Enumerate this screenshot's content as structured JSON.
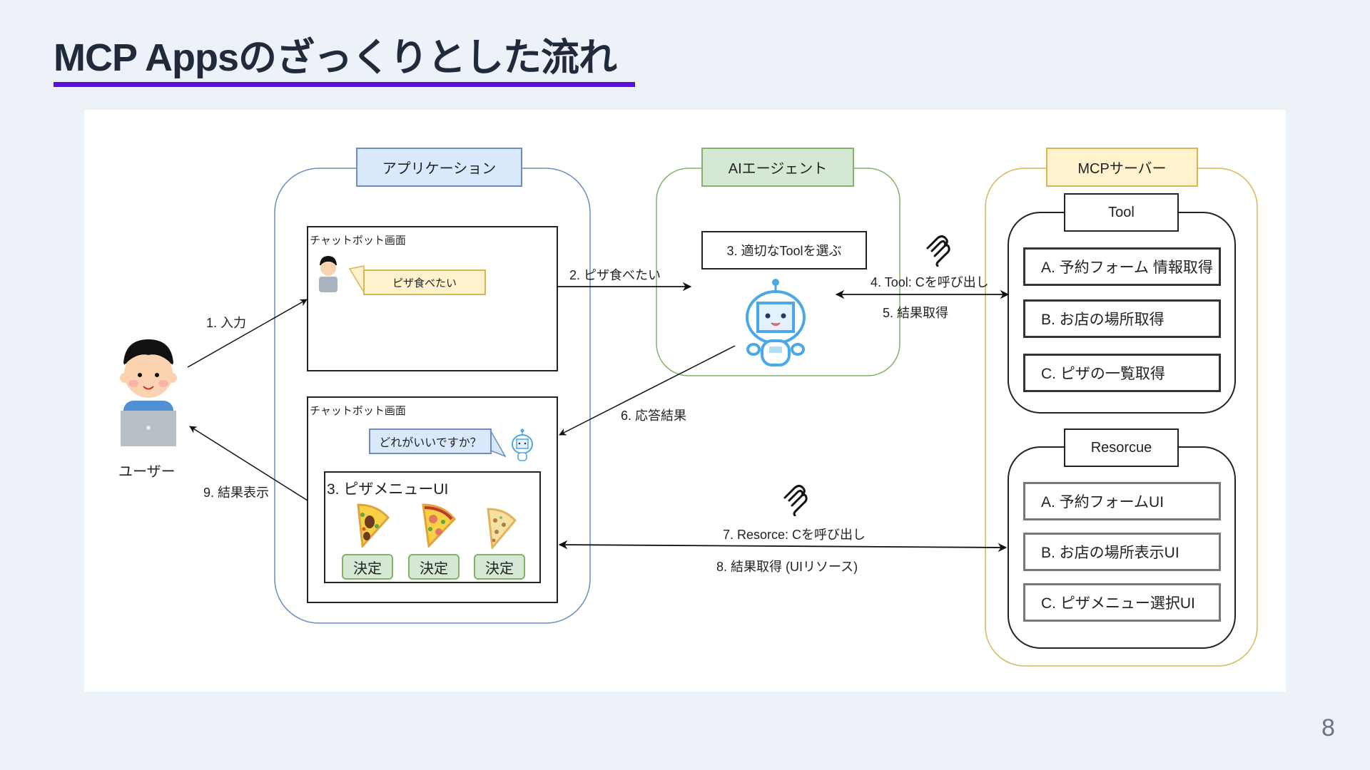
{
  "slide": {
    "title": "MCP Appsのざっくりとした流れ",
    "page_number": "8",
    "accent_color": "#5a10d9"
  },
  "actors": {
    "user": {
      "label": "ユーザー",
      "icon": "user-with-laptop-icon"
    }
  },
  "application": {
    "header": "アプリケーション",
    "color": "#6c8ebf",
    "screen1": {
      "label": "チャットボット画面",
      "user_message": "ピザ食べたい"
    },
    "screen2": {
      "label": "チャットボット画面",
      "bot_message": "どれがいいですか？",
      "menu_ui": {
        "title": "3. ピザメニューUI",
        "items": [
          {
            "icon": "pizza-slice-icon",
            "button": "決定"
          },
          {
            "icon": "pizza-slice-icon",
            "button": "決定"
          },
          {
            "icon": "pizza-slice-icon",
            "button": "決定"
          }
        ]
      }
    }
  },
  "agent": {
    "header": "AIエージェント",
    "color": "#82b366",
    "step": "3. 適切なToolを選ぶ",
    "icon": "robot-icon"
  },
  "server": {
    "header": "MCPサーバー",
    "color": "#d6b656",
    "tool": {
      "header": "Tool",
      "items": [
        "A. 予約フォーム 情報取得",
        "B. お店の場所取得",
        "C. ピザの一覧取得"
      ]
    },
    "resource": {
      "header": "Resorcue",
      "items": [
        "A. 予約フォームUI",
        "B. お店の場所表示UI",
        "C. ピザメニュー選択UI"
      ]
    }
  },
  "flows": {
    "step1": "1. 入力",
    "step2": "2. ピザ食べたい",
    "step4": "4. Tool: Cを呼び出し",
    "step5": "5. 結果取得",
    "step6": "6. 応答結果",
    "step7": "7. Resorce: Cを呼び出し",
    "step8": "8. 結果取得 (UIリソース)",
    "step9": "9. 結果表示",
    "protocol_icon": "mcp-logo-icon"
  }
}
